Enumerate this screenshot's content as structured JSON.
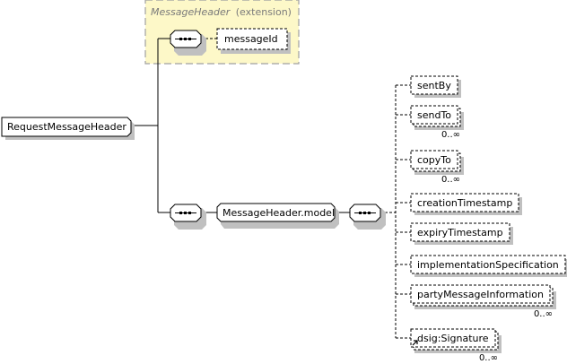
{
  "diagram": {
    "type": "xml-schema-element-diagram",
    "root": {
      "label": "RequestMessageHeader"
    },
    "extension": {
      "base_label": "MessageHeader",
      "suffix_label": "(extension)",
      "background_color": "#fdf8c8",
      "children": [
        {
          "label": "messageId",
          "optional": true,
          "cardinality": ""
        }
      ]
    },
    "group_ref": {
      "label": "MessageHeader.model"
    },
    "sequence_children": [
      {
        "label": "sentBy",
        "optional": true,
        "cardinality": "",
        "repeating": false,
        "reference": false
      },
      {
        "label": "sendTo",
        "optional": true,
        "cardinality": "0..∞",
        "repeating": true,
        "reference": false
      },
      {
        "label": "copyTo",
        "optional": true,
        "cardinality": "0..∞",
        "repeating": true,
        "reference": false
      },
      {
        "label": "creationTimestamp",
        "optional": true,
        "cardinality": "",
        "repeating": false,
        "reference": false
      },
      {
        "label": "expiryTimestamp",
        "optional": true,
        "cardinality": "",
        "repeating": false,
        "reference": false
      },
      {
        "label": "implementationSpecification",
        "optional": true,
        "cardinality": "",
        "repeating": false,
        "reference": false
      },
      {
        "label": "partyMessageInformation",
        "optional": true,
        "cardinality": "0..∞",
        "repeating": true,
        "reference": false
      },
      {
        "label": "dsig:Signature",
        "optional": true,
        "cardinality": "0..∞",
        "repeating": true,
        "reference": true
      }
    ],
    "compositor_icons": [
      "sequence-icon",
      "sequence-icon",
      "sequence-icon"
    ],
    "colors": {
      "line": "#000000",
      "shadow": "#c0c0c0",
      "box_fill": "#ffffff",
      "extension_border": "#a0a0a0"
    }
  }
}
